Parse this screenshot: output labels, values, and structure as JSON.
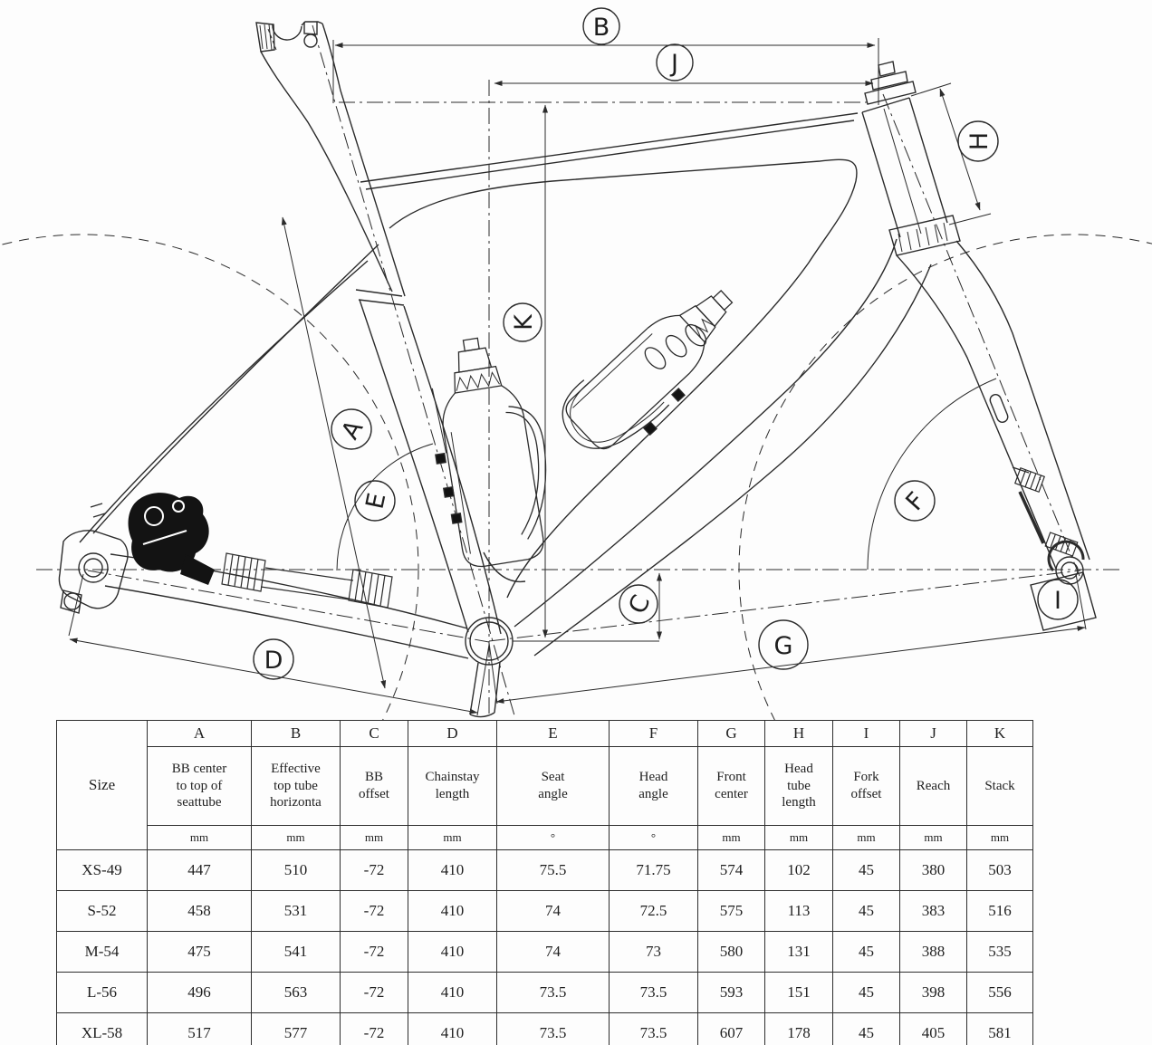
{
  "diagram": {
    "callouts": {
      "A": "A",
      "B": "B",
      "C": "C",
      "D": "D",
      "E": "E",
      "F": "F",
      "G": "G",
      "H": "H",
      "I": "I",
      "J": "J",
      "K": "K"
    }
  },
  "table": {
    "size_header": "Size",
    "columns": [
      {
        "letter": "A",
        "name": "BB center\nto top of\nseattube",
        "unit": "mm"
      },
      {
        "letter": "B",
        "name": "Effective\ntop tube\nhorizonta",
        "unit": "mm"
      },
      {
        "letter": "C",
        "name": "BB\noffset",
        "unit": "mm"
      },
      {
        "letter": "D",
        "name": "Chainstay\nlength",
        "unit": "mm"
      },
      {
        "letter": "E",
        "name": "Seat\nangle",
        "unit": "°"
      },
      {
        "letter": "F",
        "name": "Head\nangle",
        "unit": "°"
      },
      {
        "letter": "G",
        "name": "Front\ncenter",
        "unit": "mm"
      },
      {
        "letter": "H",
        "name": "Head\ntube\nlength",
        "unit": "mm"
      },
      {
        "letter": "I",
        "name": "Fork\noffset",
        "unit": "mm"
      },
      {
        "letter": "J",
        "name": "Reach",
        "unit": "mm"
      },
      {
        "letter": "K",
        "name": "Stack",
        "unit": "mm"
      }
    ],
    "rows": [
      {
        "size": "XS-49",
        "values": [
          "447",
          "510",
          "-72",
          "410",
          "75.5",
          "71.75",
          "574",
          "102",
          "45",
          "380",
          "503"
        ]
      },
      {
        "size": "S-52",
        "values": [
          "458",
          "531",
          "-72",
          "410",
          "74",
          "72.5",
          "575",
          "113",
          "45",
          "383",
          "516"
        ]
      },
      {
        "size": "M-54",
        "values": [
          "475",
          "541",
          "-72",
          "410",
          "74",
          "73",
          "580",
          "131",
          "45",
          "388",
          "535"
        ]
      },
      {
        "size": "L-56",
        "values": [
          "496",
          "563",
          "-72",
          "410",
          "73.5",
          "73.5",
          "593",
          "151",
          "45",
          "398",
          "556"
        ]
      },
      {
        "size": "XL-58",
        "values": [
          "517",
          "577",
          "-72",
          "410",
          "73.5",
          "73.5",
          "607",
          "178",
          "45",
          "405",
          "581"
        ]
      }
    ]
  },
  "colors": {
    "line": "#2b2b2b",
    "ink": "#111111",
    "background": "#ffffff"
  }
}
